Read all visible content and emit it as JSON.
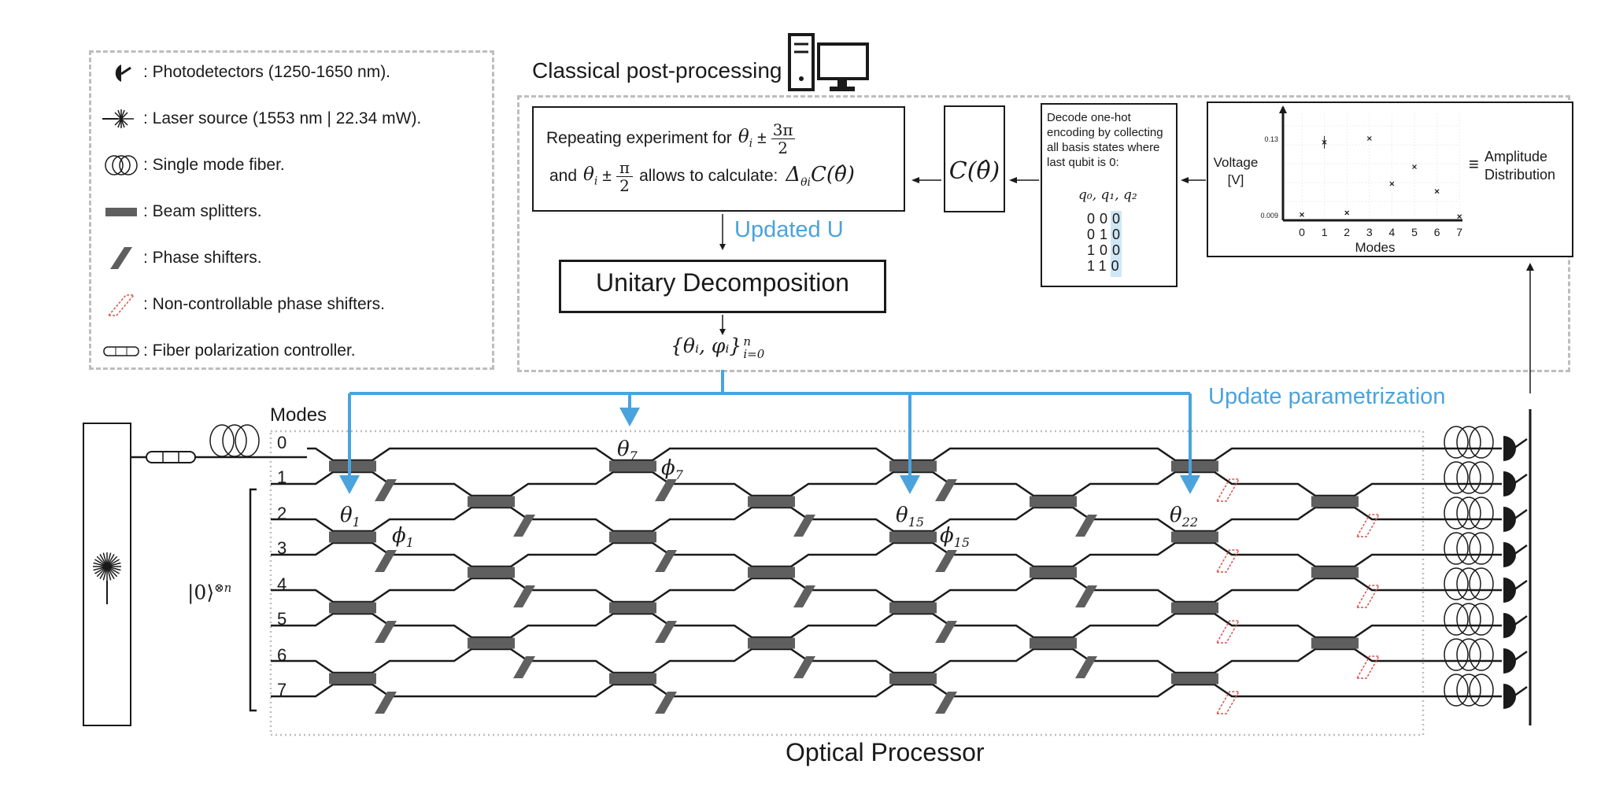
{
  "legend": {
    "items": [
      {
        "icon": "photodetector-icon",
        "text": ": Photodetectors (1250-1650 nm)."
      },
      {
        "icon": "laser-icon",
        "text": ": Laser source (1553 nm | 22.34 mW)."
      },
      {
        "icon": "fiber-coil-icon",
        "text": ": Single mode fiber."
      },
      {
        "icon": "beam-splitter-icon",
        "text": ": Beam splitters."
      },
      {
        "icon": "phase-shifter-icon",
        "text": ": Phase shifters."
      },
      {
        "icon": "fixed-phase-shifter-icon",
        "text": ": Non-controllable phase shifters."
      },
      {
        "icon": "polarization-controller-icon",
        "text": ": Fiber polarization controller."
      }
    ]
  },
  "post": {
    "title": "Classical post-processing",
    "repeat_line1": "Repeating experiment for",
    "repeat_line2a": "and",
    "repeat_line2b": "allows to calculate:",
    "theta_i": "θ",
    "theta_sub": "i",
    "pm": "±",
    "frac1_num": "3π",
    "frac1_den": "2",
    "frac2_num": "π",
    "frac2_den": "2",
    "gradient": "Δ",
    "gradient_sub": "θi",
    "gradient_rest": "C(θ̂)",
    "cost": "C(θ̂)",
    "decode_text": "Decode one-hot encoding by collecting all basis states where last qubit is 0:",
    "qubits_header": "q₀, q₁, q₂",
    "states": [
      "000",
      "010",
      "100",
      "110"
    ],
    "updated_u": "Updated U",
    "unitary": "Unitary Decomposition",
    "params": "{θᵢ, φᵢ}",
    "params_sup": "n",
    "params_sub": "i=0",
    "equiv": "≡",
    "amplitude_label": "Amplitude Distribution"
  },
  "chart_data": {
    "type": "scatter",
    "title": "",
    "xlabel": "Modes",
    "ylabel": "Voltage [V]",
    "x_ticks": [
      "0",
      "1",
      "2",
      "3",
      "4",
      "5",
      "6",
      "7"
    ],
    "y_ticks": [
      "0.009",
      "0.13"
    ],
    "x": [
      0,
      1,
      2,
      3,
      4,
      5,
      6,
      7
    ],
    "y": [
      0.009,
      0.124,
      0.012,
      0.13,
      0.058,
      0.085,
      0.046,
      0.006
    ],
    "ylim": [
      0,
      0.17
    ],
    "grid": true
  },
  "processor": {
    "modes_label": "Modes",
    "mode_numbers": [
      "0",
      "1",
      "2",
      "3",
      "4",
      "5",
      "6",
      "7"
    ],
    "input_state": "|0⟩",
    "input_sup": "⊗n",
    "update_param": "Update parametrization",
    "title": "Optical Processor",
    "labels": [
      {
        "sym": "θ",
        "sub": "7"
      },
      {
        "sym": "ϕ",
        "sub": "7"
      },
      {
        "sym": "θ",
        "sub": "1"
      },
      {
        "sym": "ϕ",
        "sub": "1"
      },
      {
        "sym": "θ",
        "sub": "15"
      },
      {
        "sym": "ϕ",
        "sub": "15"
      },
      {
        "sym": "θ",
        "sub": "22"
      }
    ]
  },
  "colors": {
    "accent": "#4aa3dd",
    "component": "#5f5f5f",
    "nonctrl": "#d9534f",
    "dash": "#bdbdbd"
  }
}
